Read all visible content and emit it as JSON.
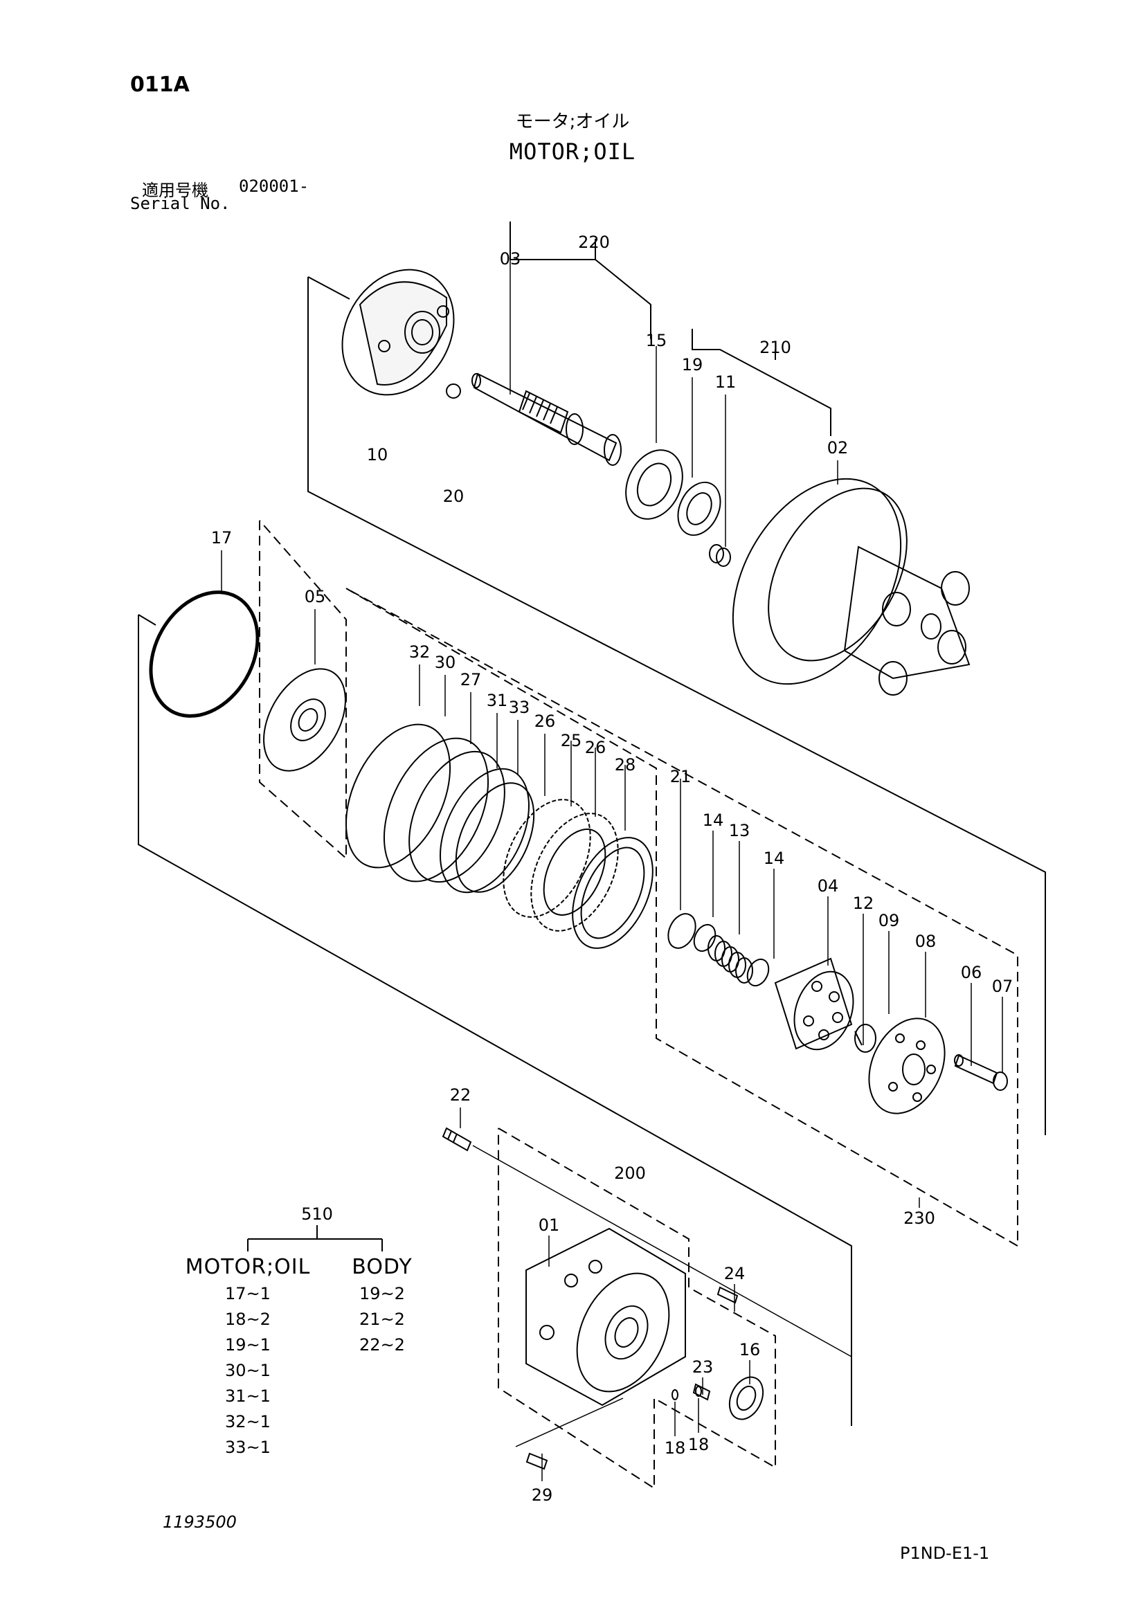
{
  "header": {
    "page_code": "011A",
    "title_jp": "モータ;オイル",
    "title_en": "MOTOR;OIL",
    "serial_label_jp": "適用号機",
    "serial_range": "020001-",
    "serial_label_en": "Serial No."
  },
  "footer": {
    "document_number": "1193500",
    "sheet_code": "P1ND-E1-1"
  },
  "callouts": {
    "c220": "220",
    "c03": "03",
    "c15": "15",
    "c210": "210",
    "c19": "19",
    "c11": "11",
    "c02": "02",
    "c10": "10",
    "c20": "20",
    "c17": "17",
    "c05": "05",
    "c32": "32",
    "c30": "30",
    "c27": "27",
    "c31": "31",
    "c33": "33",
    "c26a": "26",
    "c25": "25",
    "c26b": "26",
    "c28": "28",
    "c21": "21",
    "c14a": "14",
    "c13": "13",
    "c14b": "14",
    "c04": "04",
    "c12": "12",
    "c09": "09",
    "c08": "08",
    "c06": "06",
    "c07": "07",
    "c22": "22",
    "c200": "200",
    "c01": "01",
    "c24": "24",
    "c16": "16",
    "c23": "23",
    "c18a": "18",
    "c18b": "18",
    "c29": "29",
    "c230": "230"
  },
  "assembly_groups": {
    "parent": "510",
    "left": {
      "title": "MOTOR;OIL",
      "items": [
        "17~1",
        "18~2",
        "19~1",
        "30~1",
        "31~1",
        "32~1",
        "33~1"
      ]
    },
    "right": {
      "title": "BODY",
      "items": [
        "19~2",
        "21~2",
        "22~2"
      ]
    }
  }
}
